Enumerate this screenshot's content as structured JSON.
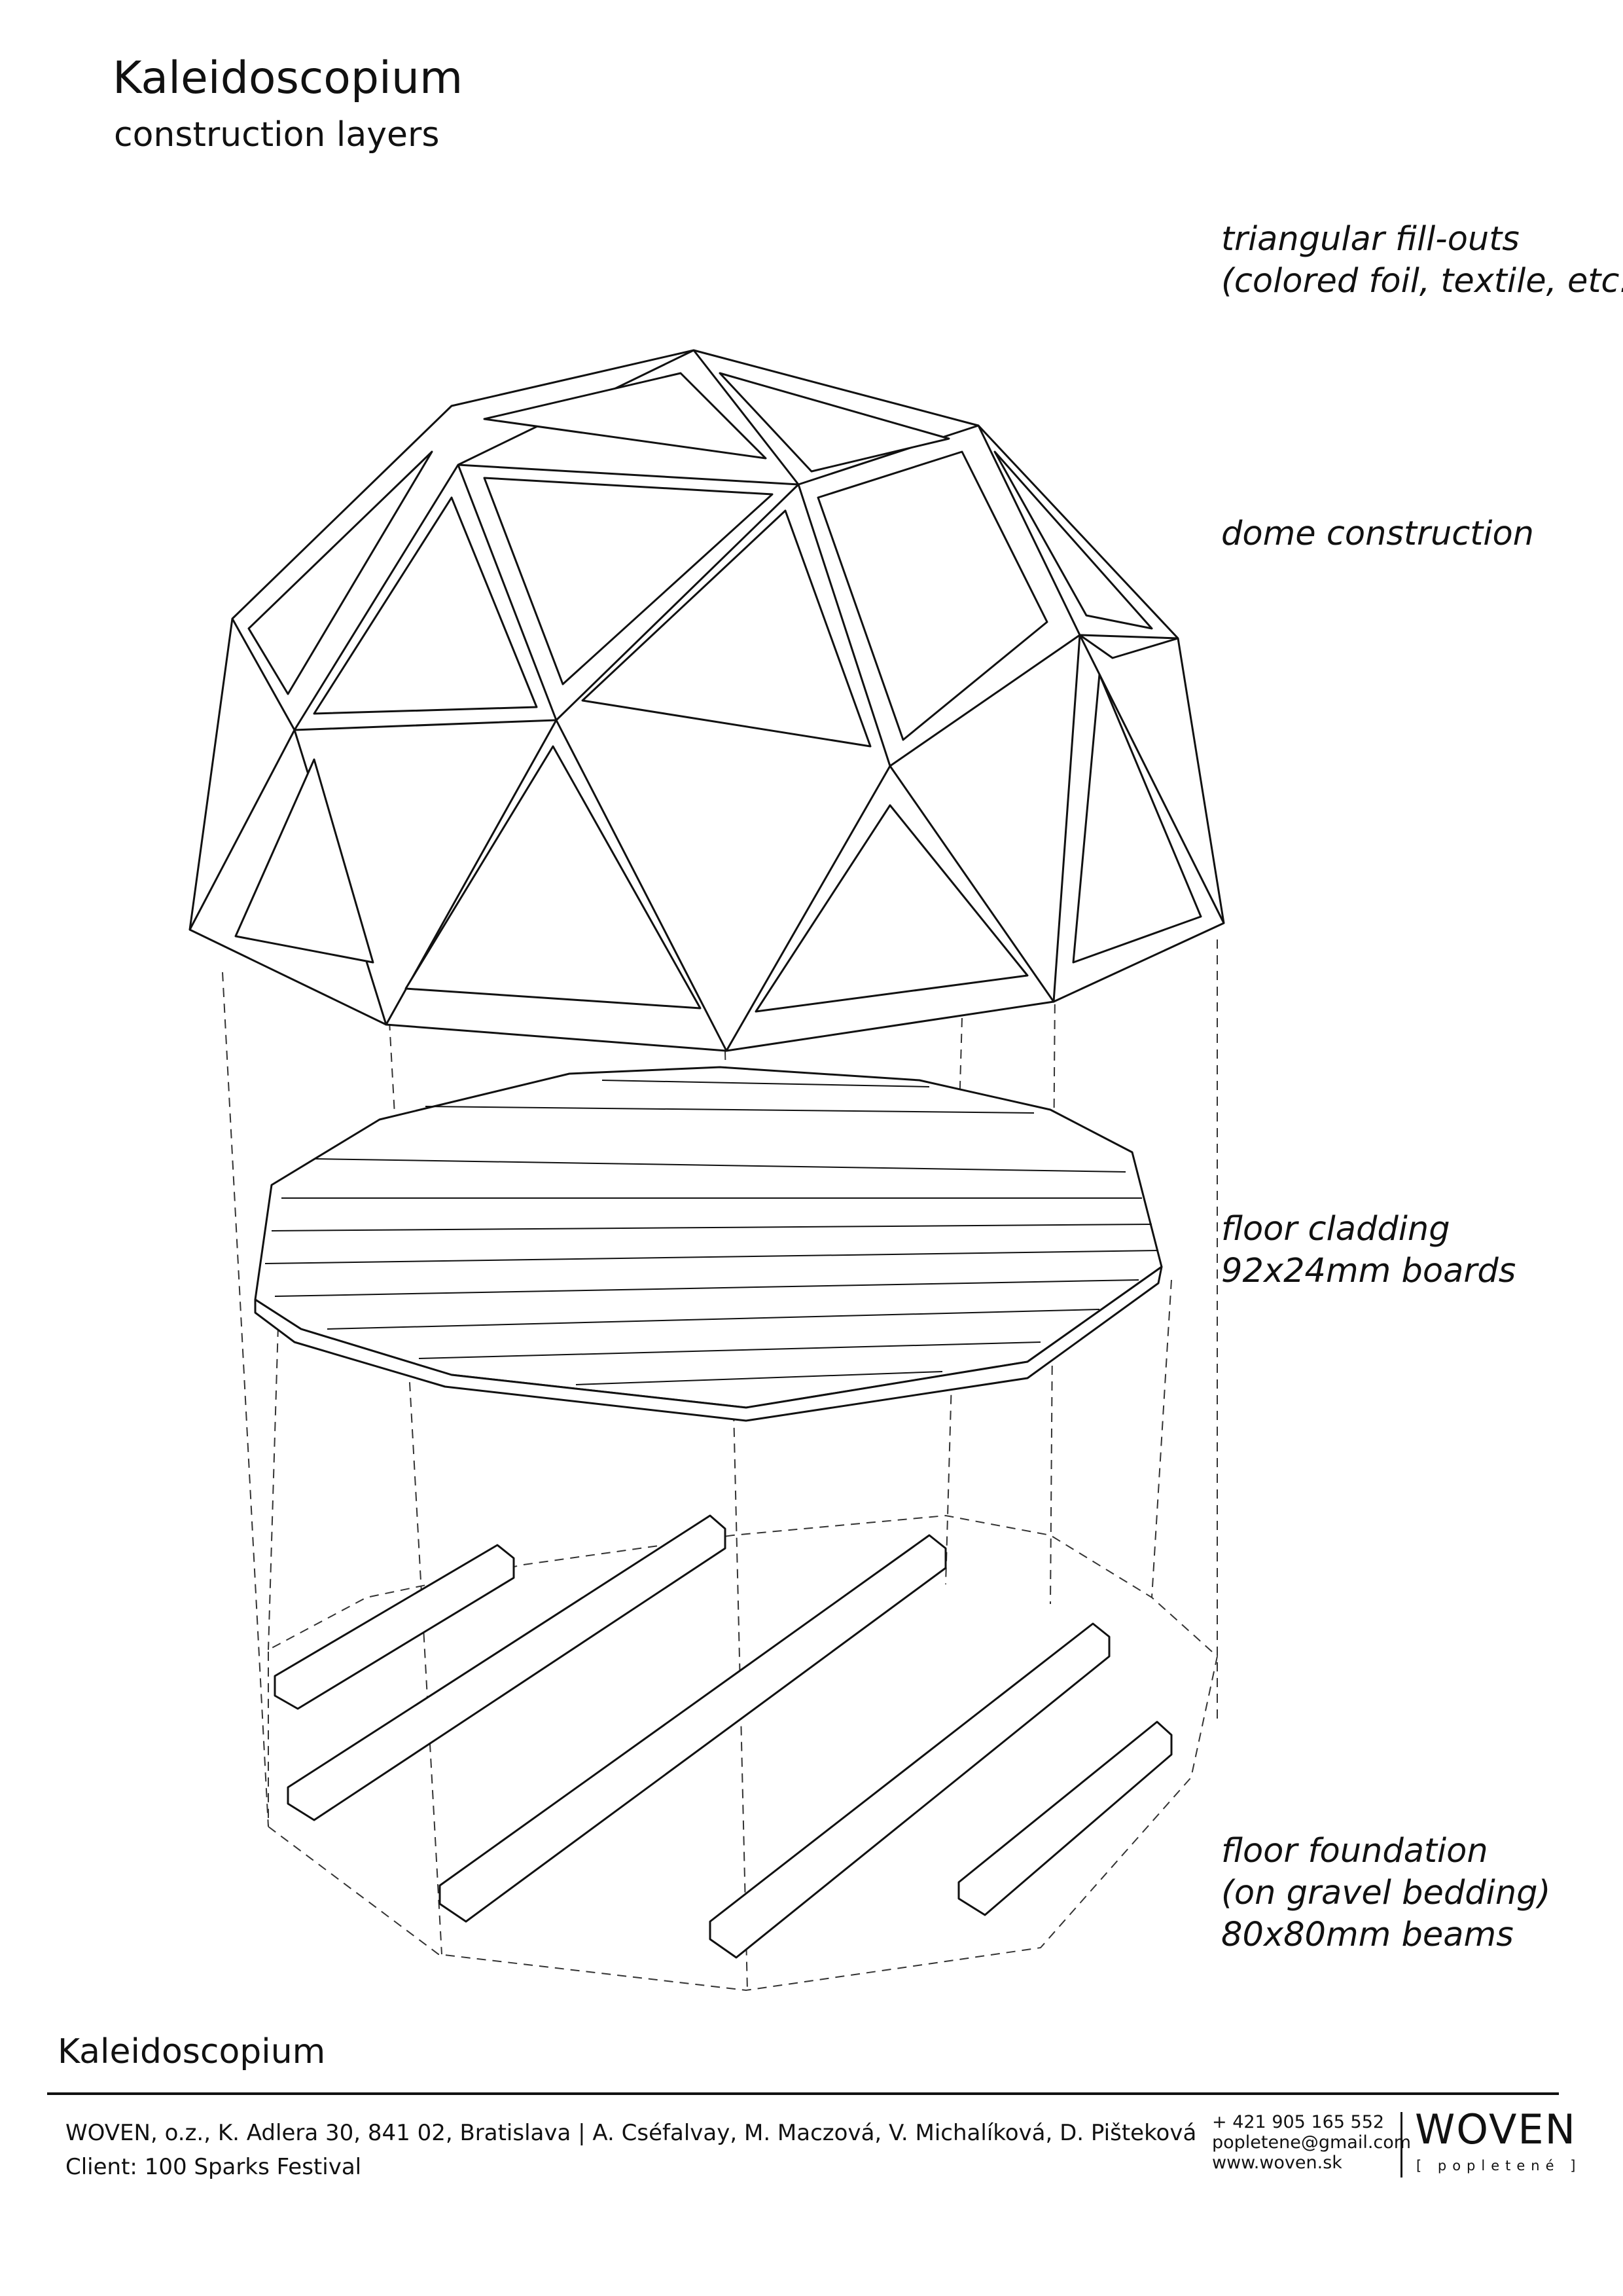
{
  "header": {
    "title": "Kaleidoscopium",
    "subtitle": "construction layers"
  },
  "labels": {
    "fillouts": [
      "triangular fill-outs",
      "(colored foil, textile, etc.)"
    ],
    "dome": [
      "dome construction"
    ],
    "floor": [
      "floor cladding",
      "92x24mm boards"
    ],
    "foundation": [
      "floor foundation",
      "(on gravel bedding)",
      "80x80mm beams"
    ]
  },
  "footer": {
    "title": "Kaleidoscopium",
    "address": "WOVEN, o.z., K. Adlera 30, 841 02, Bratislava | A. Cséfalvay, M. Maczová, V. Michalíková, D. Pišteková",
    "client": "Client:  100 Sparks Festival",
    "phone": "+ 421 905 165 552",
    "email": "popletene@gmail.com",
    "web": "www.woven.sk",
    "logo": "WOVEN",
    "logo_sub": "[ popletené ]"
  }
}
